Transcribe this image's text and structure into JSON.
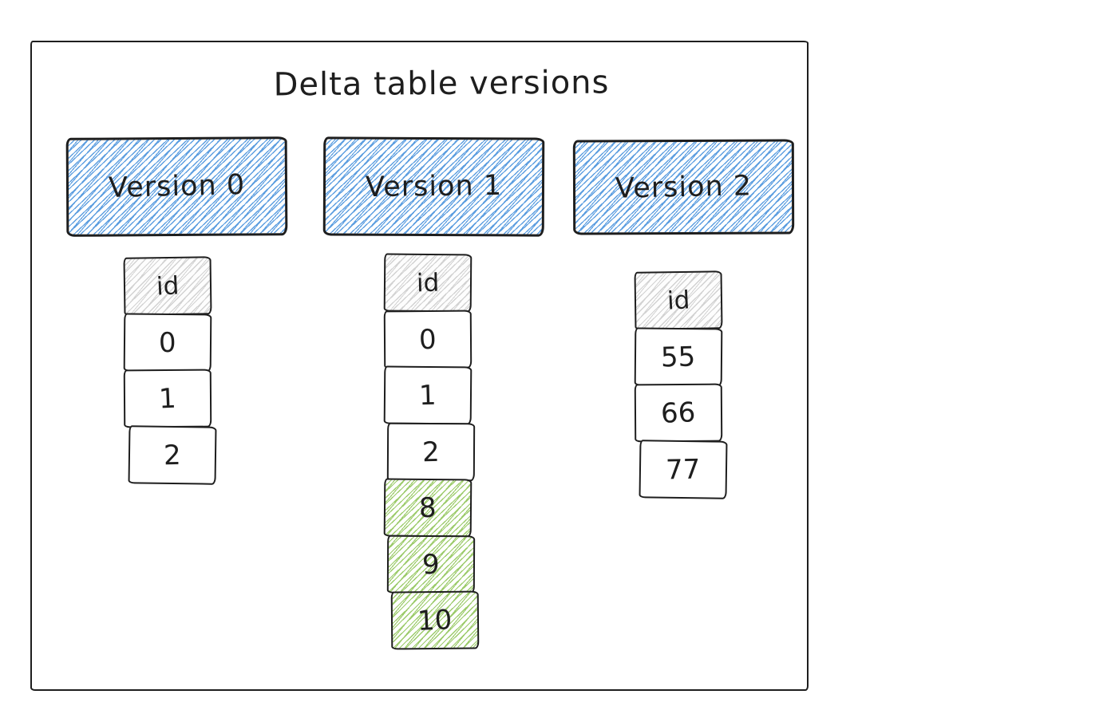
{
  "title": "Delta table versions",
  "colors": {
    "stroke": "#1e1e1e",
    "blue_hatch": "#5c9ee0",
    "green_hatch": "#9ccb6b",
    "gray_hatch": "#d2d2d2"
  },
  "versions": [
    {
      "label": "Version 0",
      "column_header": "id",
      "rows": [
        {
          "value": "0",
          "highlighted": false
        },
        {
          "value": "1",
          "highlighted": false
        },
        {
          "value": "2",
          "highlighted": false
        }
      ]
    },
    {
      "label": "Version 1",
      "column_header": "id",
      "rows": [
        {
          "value": "0",
          "highlighted": false
        },
        {
          "value": "1",
          "highlighted": false
        },
        {
          "value": "2",
          "highlighted": false
        },
        {
          "value": "8",
          "highlighted": true
        },
        {
          "value": "9",
          "highlighted": true
        },
        {
          "value": "10",
          "highlighted": true
        }
      ]
    },
    {
      "label": "Version 2",
      "column_header": "id",
      "rows": [
        {
          "value": "55",
          "highlighted": false
        },
        {
          "value": "66",
          "highlighted": false
        },
        {
          "value": "77",
          "highlighted": false
        }
      ]
    }
  ]
}
